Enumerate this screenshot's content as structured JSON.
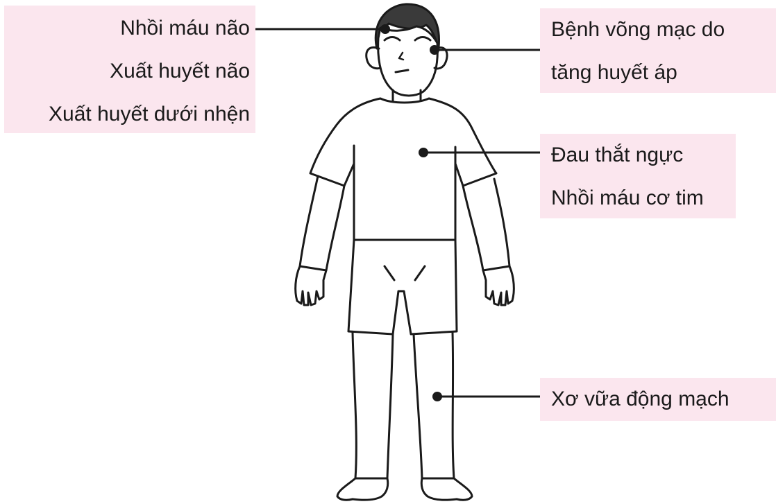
{
  "labels": {
    "brain": [
      "Nhồi máu não",
      "Xuất huyết não",
      "Xuất huyết dưới nhện"
    ],
    "retina": [
      "Bệnh võng mạc do",
      "tăng huyết áp"
    ],
    "heart": [
      "Đau thắt ngực",
      "Nhồi máu cơ tim"
    ],
    "artery": [
      "Xơ vữa động mạch"
    ]
  },
  "colors": {
    "label_background": "#fbe6ee",
    "line": "#1a1a1a"
  }
}
